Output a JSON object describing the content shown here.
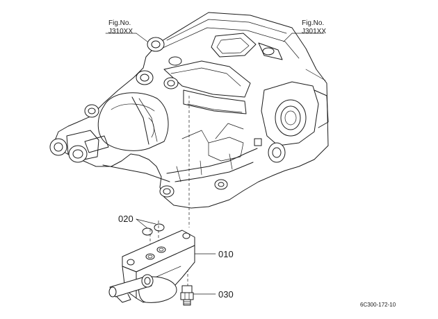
{
  "figure_refs": [
    {
      "line1": "Fig.No.",
      "line2": "J310XX"
    },
    {
      "line1": "Fig.No.",
      "line2": "J301XX"
    }
  ],
  "parts": [
    {
      "number": "020"
    },
    {
      "number": "010"
    },
    {
      "number": "030"
    }
  ],
  "drawing_code": "6C300-172-10"
}
